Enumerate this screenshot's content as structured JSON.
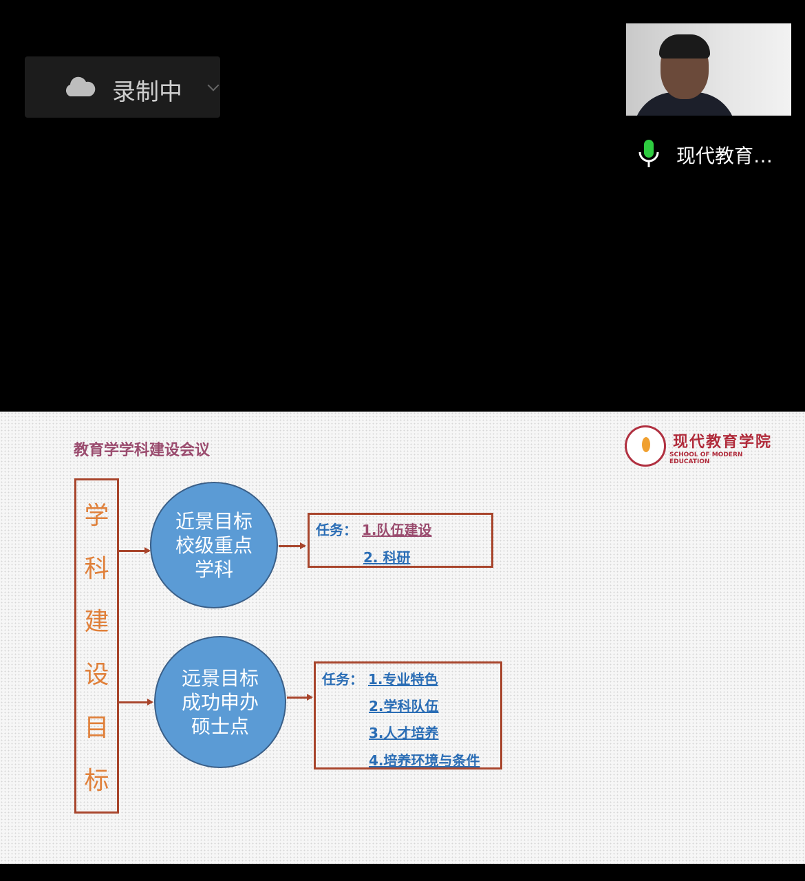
{
  "recording": {
    "label": "录制中",
    "icon": "cloud-icon"
  },
  "participant": {
    "name": "现代教育…",
    "mic_color": "#2ecc40"
  },
  "slide": {
    "title": "教育学学科建设会议",
    "logo": {
      "cn": "现代教育学院",
      "en": "SCHOOL OF MODERN EDUCATION"
    },
    "vertical_label": [
      "学",
      "科",
      "建",
      "设",
      "目",
      "标"
    ],
    "goals": [
      {
        "lines": [
          "近景目标",
          "校级重点",
          "学科"
        ],
        "task_label": "任务：",
        "tasks": [
          "1.队伍建设",
          "2. 科研"
        ]
      },
      {
        "lines": [
          "远景目标",
          "成功申办",
          "硕士点"
        ],
        "task_label": "任务：",
        "tasks": [
          "1.专业特色",
          "2.学科队伍",
          "3.人才培养",
          "4.培养环境与条件"
        ]
      }
    ]
  }
}
